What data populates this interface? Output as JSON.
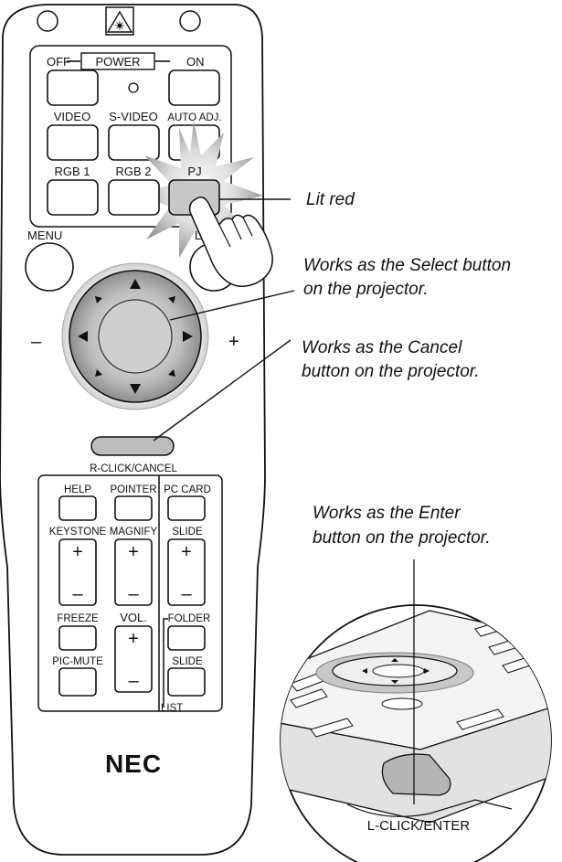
{
  "remote": {
    "power_label": "POWER",
    "off_label": "OFF",
    "on_label": "ON",
    "video_label": "VIDEO",
    "svideo_label": "S-VIDEO",
    "autoadj_label": "AUTO ADJ.",
    "rgb1_label": "RGB 1",
    "rgb2_label": "RGB 2",
    "pj_label": "PJ",
    "menu_label": "MENU",
    "l_label": "L",
    "minus_label": "–",
    "plus_label": "+",
    "rclick_label": "R-CLICK/CANCEL",
    "help_label": "HELP",
    "pointer_label": "POINTER",
    "pccard_label": "PC CARD",
    "keystone_label": "KEYSTONE",
    "magnify_label": "MAGNIFY",
    "slide_label": "SLIDE",
    "freeze_label": "FREEZE",
    "vol_label": "VOL.",
    "folder_label": "FOLDER",
    "picmute_label": "PIC-MUTE",
    "slide2_label": "SLIDE",
    "list_label": "LIST",
    "brand": "NEC",
    "rocker_plus": "+",
    "rocker_minus": "–"
  },
  "annotations": {
    "lit_red": "Lit red",
    "select_line1": "Works as the Select button",
    "select_line2": "on the projector.",
    "cancel_line1": "Works as the Cancel",
    "cancel_line2": "button on the projector.",
    "enter_line1": "Works as the Enter",
    "enter_line2": "button on the projector.",
    "lclick_label": "L-CLICK/ENTER"
  },
  "icons": {
    "laser": "laser-warning-icon",
    "hand": "pointing-hand-icon"
  }
}
